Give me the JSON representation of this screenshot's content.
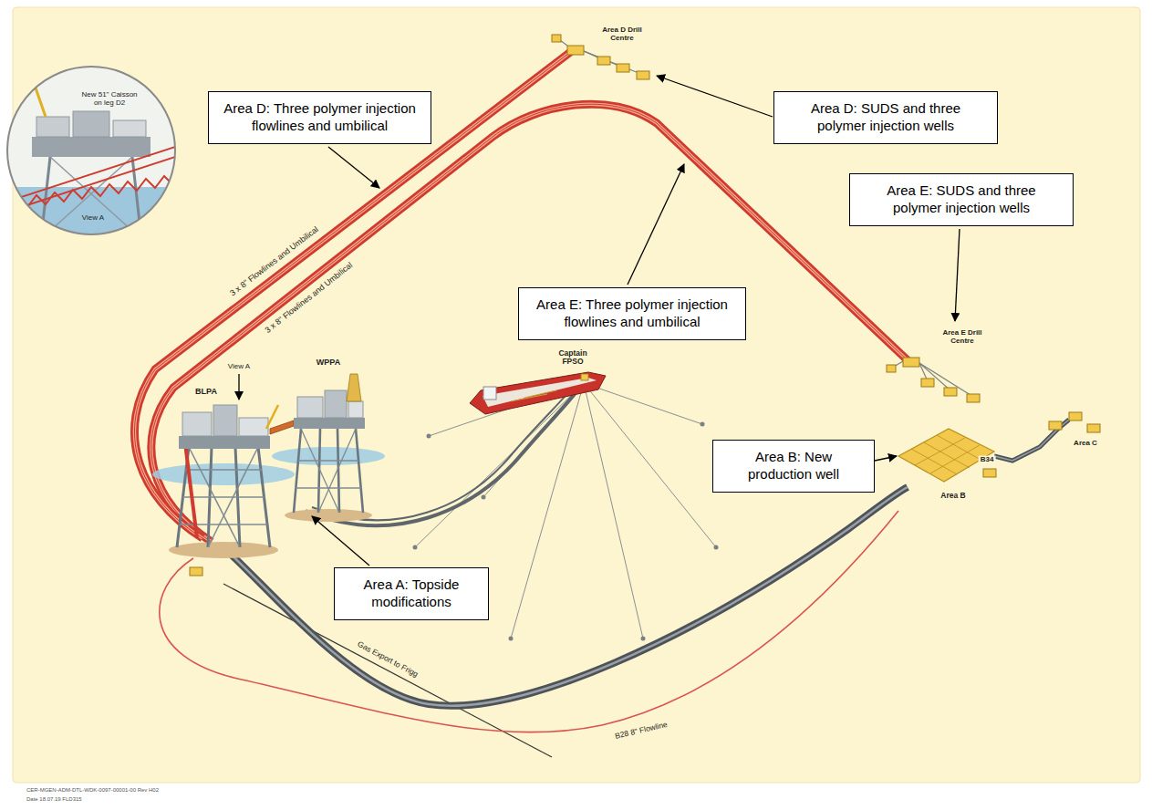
{
  "diagram": {
    "nodes": [
      {
        "text": [
          "Area D: Three polymer injection flowlines and umbilical"
        ]
      },
      {
        "text": [
          "Area D: SUDS and three polymer injection wells"
        ]
      },
      {
        "text": [
          "Area E: SUDS and three polymer injection wells"
        ]
      },
      {
        "text": [
          "Area E: Three polymer injection flowlines and umbilical"
        ]
      },
      {
        "text": [
          "Area B: New production well"
        ]
      },
      {
        "text": [
          "Area A: Topside modifications"
        ]
      }
    ],
    "labels": [
      "Area D Drill Centre",
      "New 51\" Caisson on leg D2",
      "View A",
      "3 x 8\" Flowlines and Umbilical",
      "3 x 8\" Flowlines and Umbilical",
      "Area E Drill Centre",
      "WPPA",
      "View A",
      "BLPA",
      "Captain FPSO",
      "B34",
      "Area C",
      "Area B",
      "Gas Export to Frigg",
      "B28 8\" Flowline",
      "CER-MGEN-ADM-DTL-WDK-0097-00001-00 Rev H02",
      "Date 18.07.19 FLD315"
    ]
  }
}
